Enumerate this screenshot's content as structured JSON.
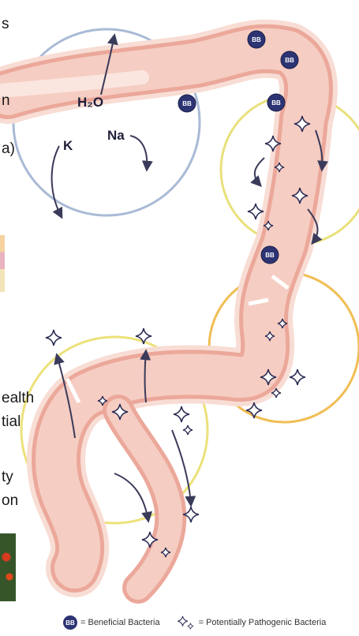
{
  "edge_fragments": [
    {
      "id": "f1",
      "text": "s"
    },
    {
      "id": "f2",
      "text": "n"
    },
    {
      "id": "f3",
      "text": "a)"
    },
    {
      "id": "f4",
      "text": "ealth"
    },
    {
      "id": "f5",
      "text": "tial"
    },
    {
      "id": "f6",
      "text": "ty"
    },
    {
      "id": "f7",
      "text": "on"
    }
  ],
  "ions": {
    "water": "H₂O",
    "sodium": "Na",
    "potassium": "K"
  },
  "bacteria_badge": "BB",
  "legend": {
    "bb_label": "= Beneficial Bacteria",
    "pp_label": "= Potentially Pathogenic Bacteria"
  },
  "colors": {
    "gut_fill": "#f6cdc2",
    "gut_edge": "#e89a8c",
    "bb_fill": "#2d3473",
    "blue_circle": "#a9bad6",
    "yellow_circle": "#ece17a",
    "orange_circle": "#f0be54",
    "arrow": "#3a3a5a"
  }
}
